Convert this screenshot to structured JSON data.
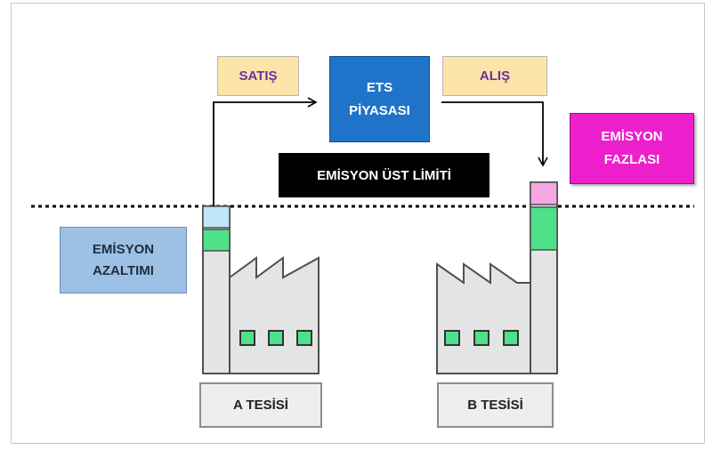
{
  "diagram": {
    "satis_label": "SATIŞ",
    "alis_label": "ALIŞ",
    "ets": {
      "line1": "ETS",
      "line2": "PİYASASI"
    },
    "limit_label": "EMİSYON ÜST LİMİTİ",
    "fazla": {
      "line1": "EMİSYON",
      "line2": "FAZLASI"
    },
    "azaltim": {
      "line1": "EMİSYON",
      "line2": "AZALTIMI"
    },
    "facility_a": "A TESİSİ",
    "facility_b": "B TESİSİ"
  },
  "colors": {
    "factory_fill": "#e3e5e4",
    "factory_stroke": "#505050",
    "window_green": "#4fe08a",
    "stack_blue": "#bfe7f7",
    "stack_green": "#4fe08a",
    "stack_pink": "#f6a8e2",
    "arrow": "#000000"
  }
}
